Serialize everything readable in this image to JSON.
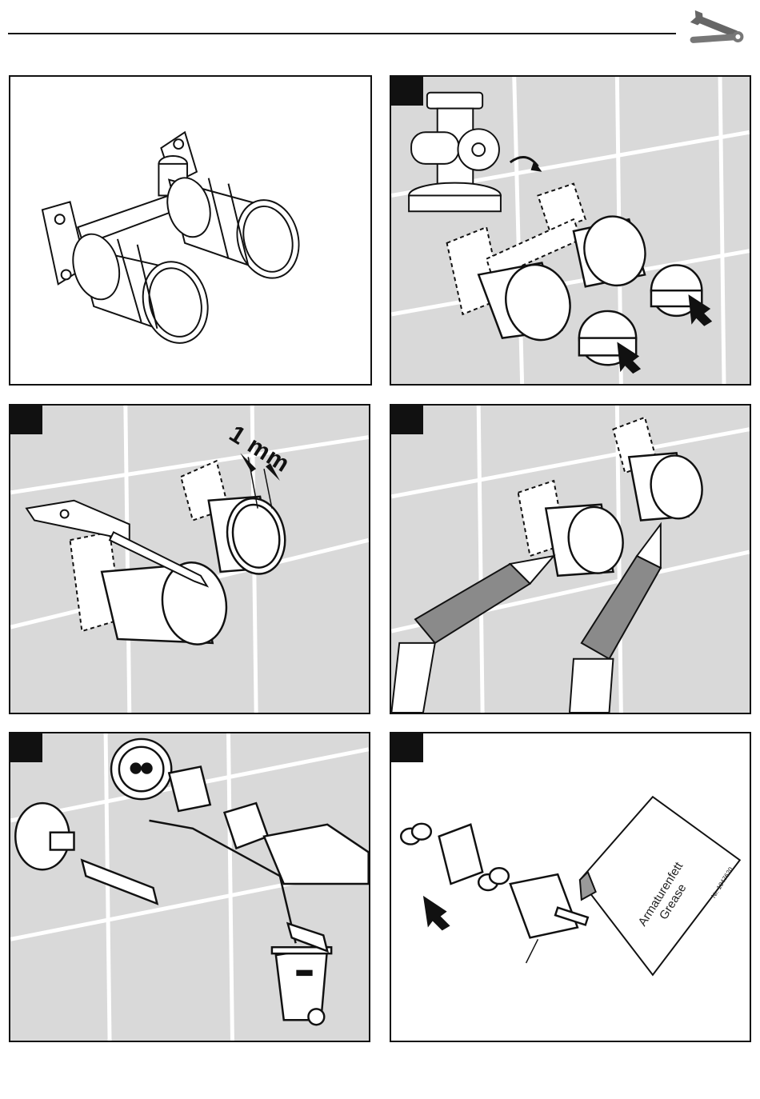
{
  "header": {
    "icon": "tools-icon"
  },
  "panels": [
    {
      "id": "overview",
      "badge": false,
      "background": "white"
    },
    {
      "id": "step-1",
      "badge": true,
      "background": "tiles"
    },
    {
      "id": "step-2",
      "badge": true,
      "background": "tiles",
      "measure": "1 mm"
    },
    {
      "id": "step-3",
      "badge": true,
      "background": "tiles"
    },
    {
      "id": "step-4",
      "badge": true,
      "background": "tiles"
    },
    {
      "id": "step-5",
      "badge": true,
      "background": "white",
      "grease_label_line1": "Armaturenfett",
      "grease_label_line2": "Grease",
      "grease_part_no": "Nr. 1047620"
    }
  ],
  "colors": {
    "line": "#111111",
    "tile": "#d9d9d9",
    "grout": "#ffffff",
    "badge": "#111111",
    "sealant": "#8a8a8a"
  }
}
